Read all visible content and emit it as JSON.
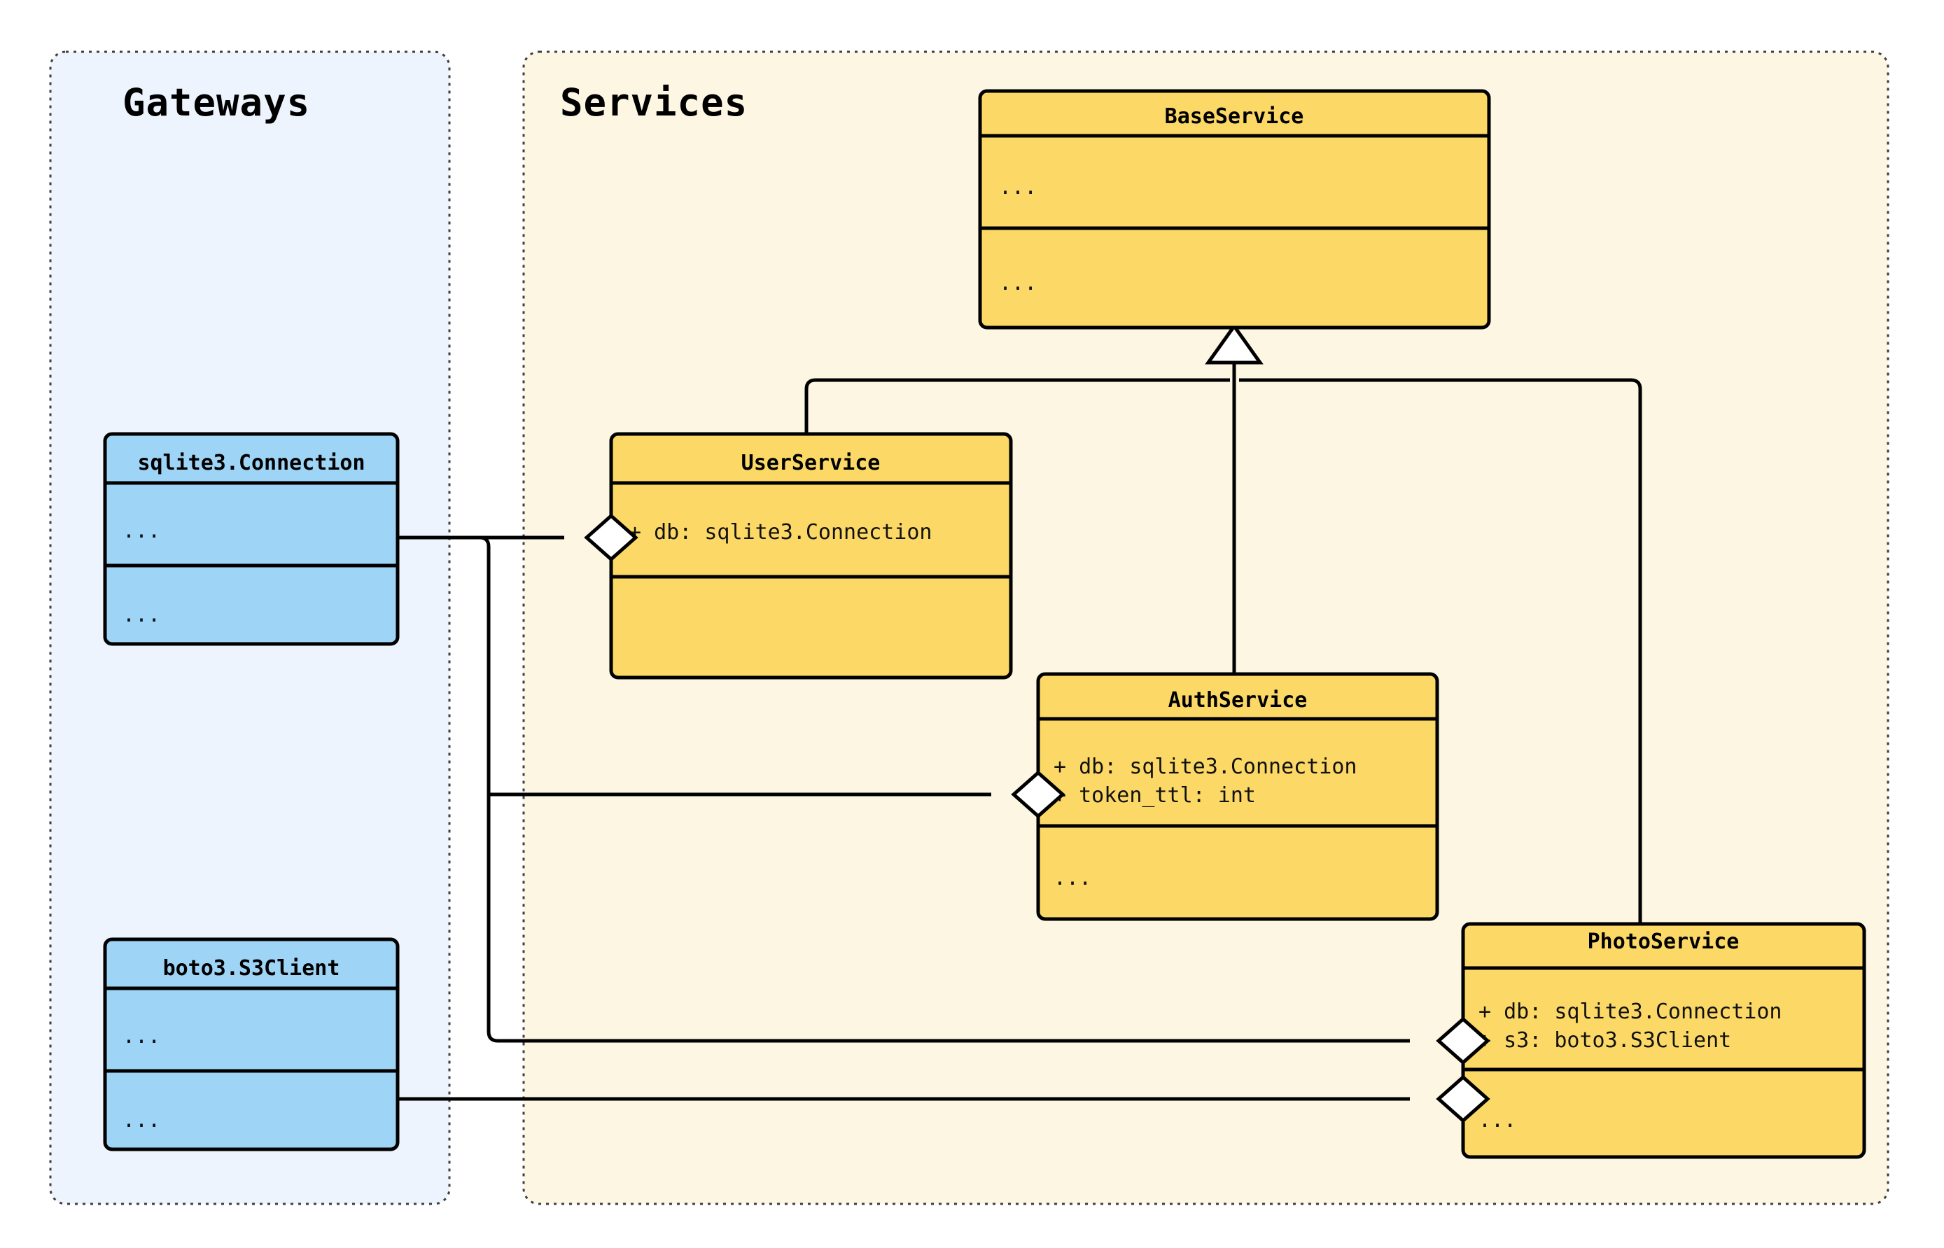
{
  "diagram": {
    "kind": "uml-class-diagram",
    "colors": {
      "gateway_package_bg": "#edf4fd",
      "service_package_bg": "#fdf6e3",
      "gateway_class_fill": "#9ed4f5",
      "service_class_fill": "#fcd966",
      "stroke": "#000000",
      "package_border": "#3f3f3f",
      "diamond_fill": "#ffffff"
    },
    "packages": [
      {
        "id": "gateways",
        "title": "Gateways"
      },
      {
        "id": "services",
        "title": "Services"
      }
    ],
    "classes": [
      {
        "id": "sqlite3-connection",
        "package": "gateways",
        "name": "sqlite3.Connection",
        "attributes": [
          "..."
        ],
        "methods": [
          "..."
        ]
      },
      {
        "id": "boto3-s3client",
        "package": "gateways",
        "name": "boto3.S3Client",
        "attributes": [
          "..."
        ],
        "methods": [
          "..."
        ]
      },
      {
        "id": "base-service",
        "package": "services",
        "name": "BaseService",
        "attributes": [
          "..."
        ],
        "methods": [
          "..."
        ]
      },
      {
        "id": "user-service",
        "package": "services",
        "name": "UserService",
        "attributes": [
          "+ db: sqlite3.Connection"
        ],
        "methods": [
          ""
        ]
      },
      {
        "id": "auth-service",
        "package": "services",
        "name": "AuthService",
        "attributes": [
          "+ db: sqlite3.Connection",
          "+ token_ttl: int"
        ],
        "methods": [
          "..."
        ]
      },
      {
        "id": "photo-service",
        "package": "services",
        "name": "PhotoService",
        "attributes": [
          "+ db: sqlite3.Connection",
          "+ s3: boto3.S3Client"
        ],
        "methods": [
          "..."
        ]
      }
    ],
    "relations": [
      {
        "id": "userservice-inherits-baseservice",
        "type": "generalization",
        "from": "user-service",
        "to": "base-service"
      },
      {
        "id": "authservice-inherits-baseservice",
        "type": "generalization",
        "from": "auth-service",
        "to": "base-service"
      },
      {
        "id": "photoservice-inherits-baseservice",
        "type": "generalization",
        "from": "photo-service",
        "to": "base-service"
      },
      {
        "id": "userservice-aggregates-connection",
        "type": "aggregation",
        "from": "sqlite3-connection",
        "to": "user-service"
      },
      {
        "id": "authservice-aggregates-connection",
        "type": "aggregation",
        "from": "sqlite3-connection",
        "to": "auth-service"
      },
      {
        "id": "photoservice-aggregates-connection",
        "type": "aggregation",
        "from": "sqlite3-connection",
        "to": "photo-service"
      },
      {
        "id": "photoservice-aggregates-s3client",
        "type": "aggregation",
        "from": "boto3-s3client",
        "to": "photo-service"
      }
    ]
  }
}
